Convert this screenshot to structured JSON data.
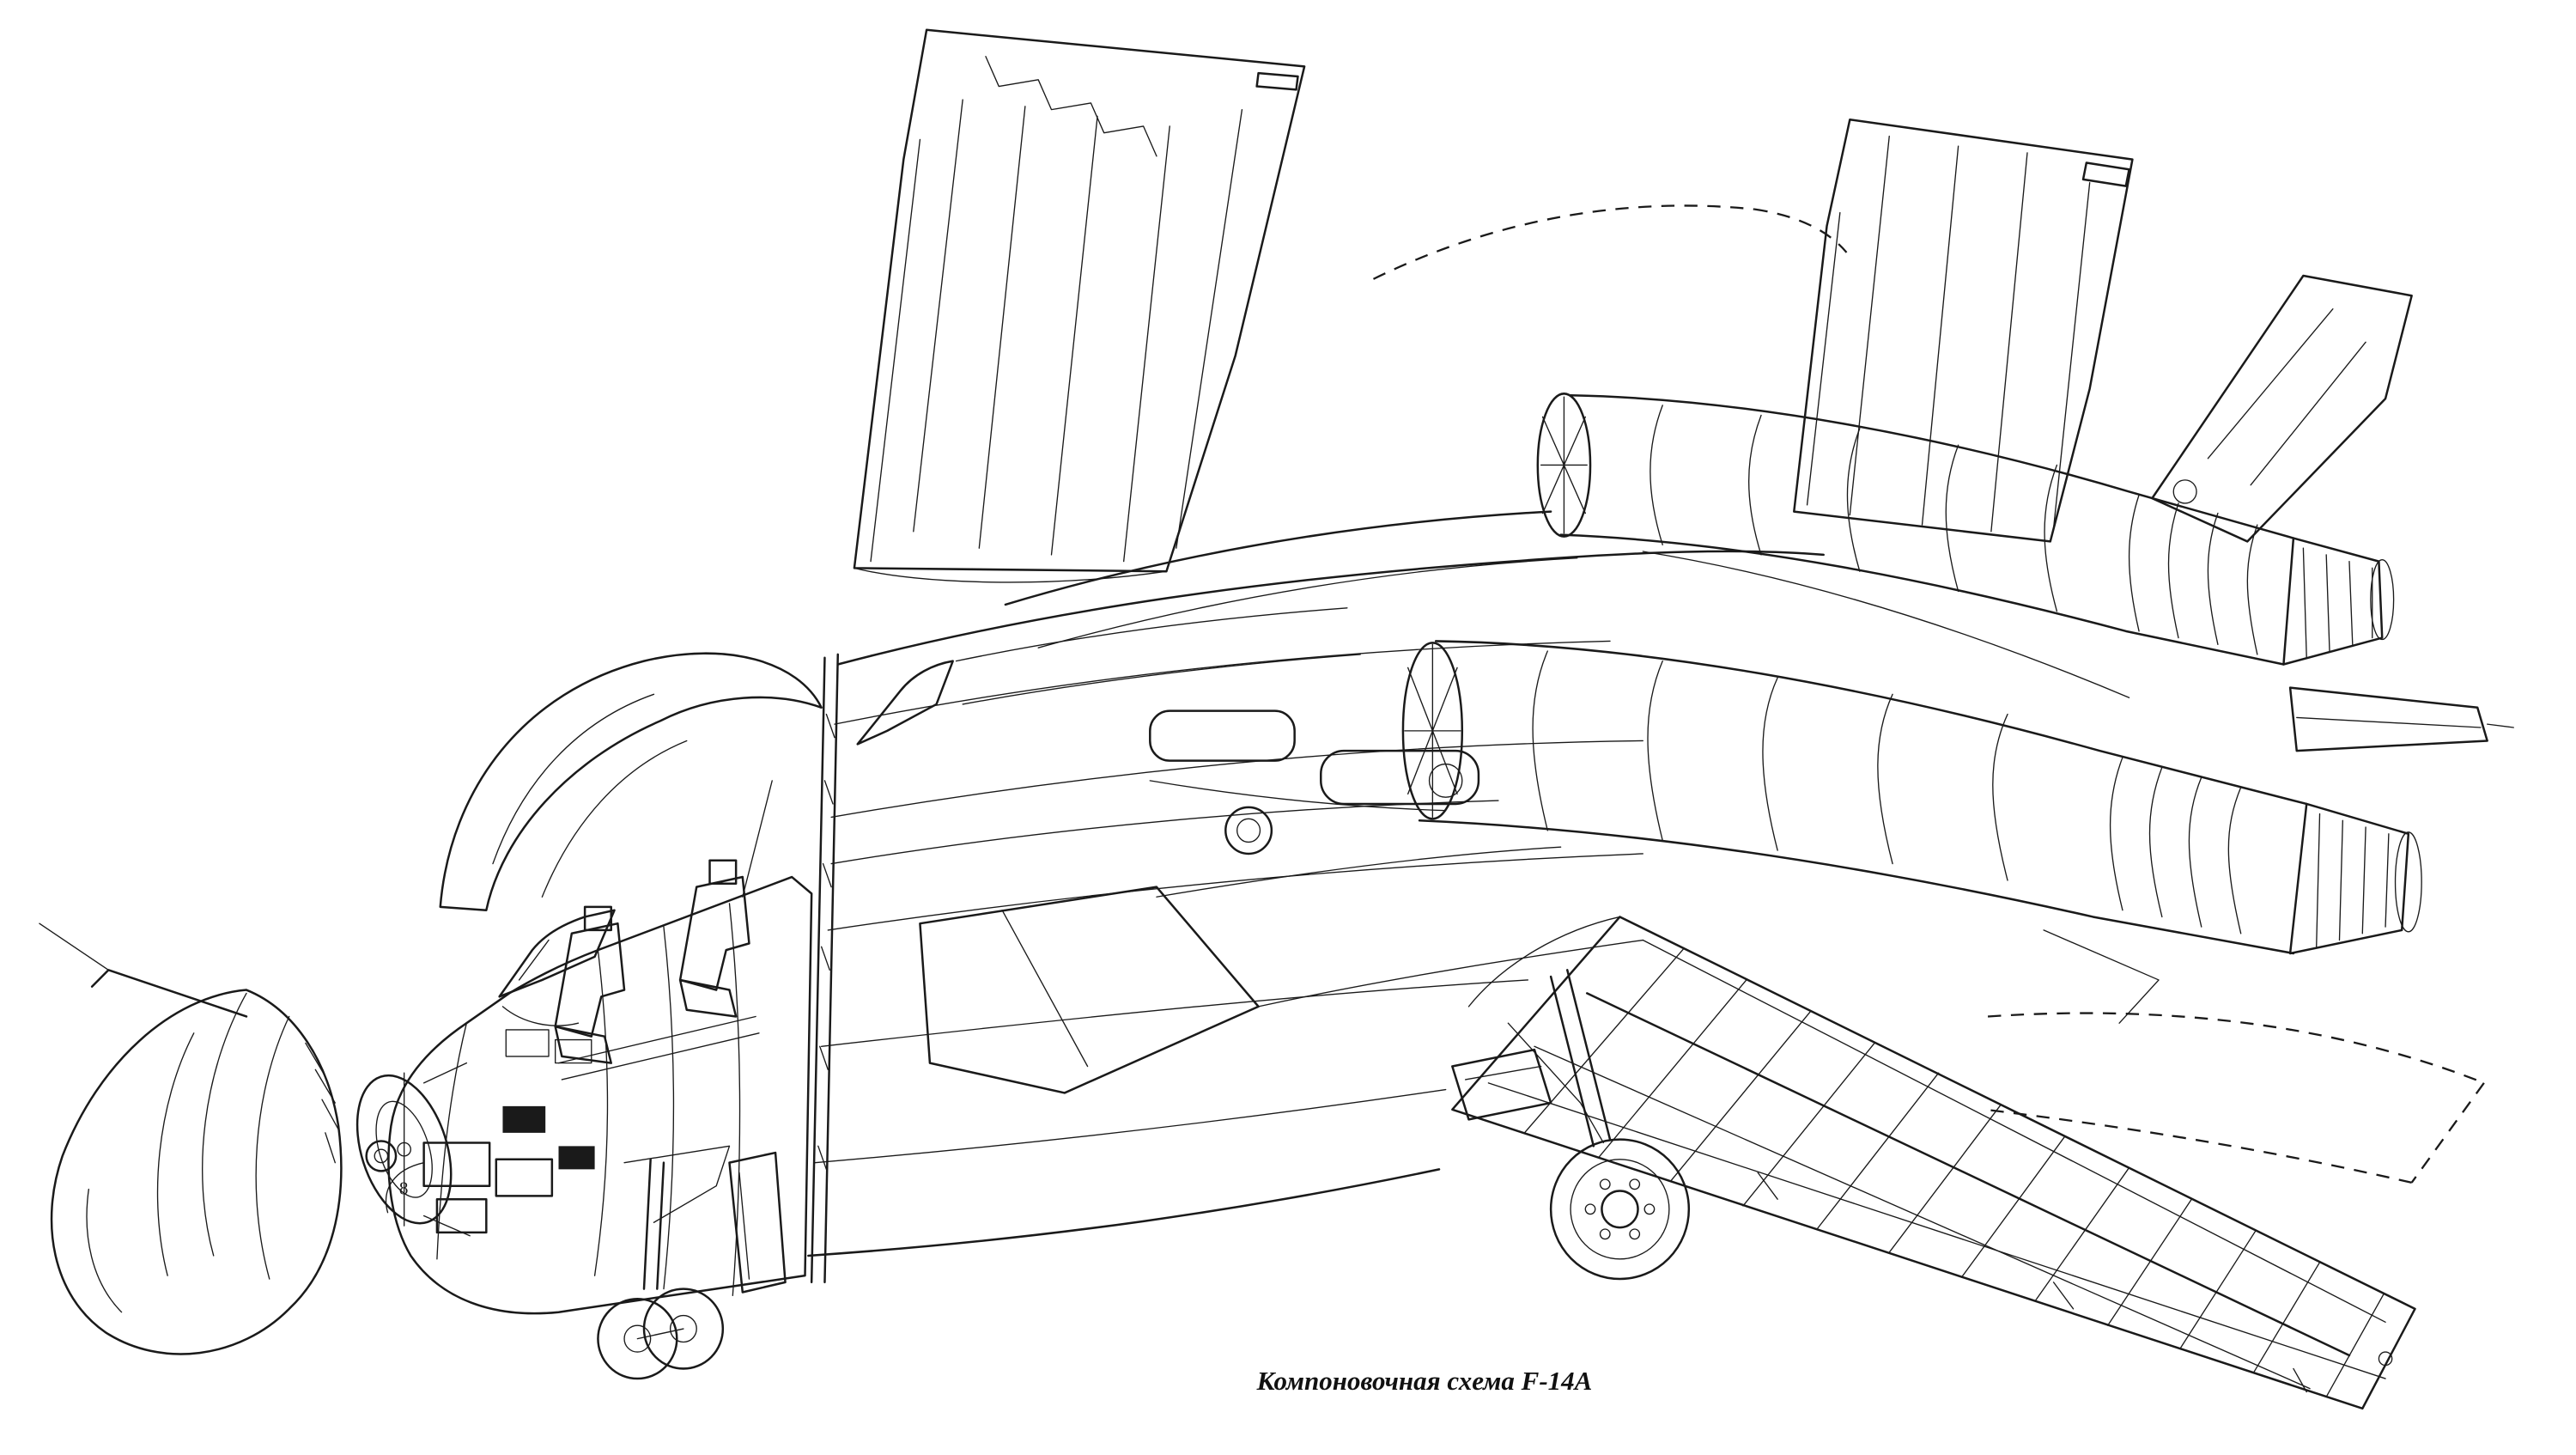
{
  "figure": {
    "caption": "Компоновочная схема F-14A",
    "part_label": "8",
    "description": "Cutaway layout drawing of the F-14A: detached nose section with opened radome, radar dish, tandem cockpit, equipment bays and nose landing gear at lower left; main airframe with twin vertical fins, variable-sweep wing (extended, with dashed swept-position ghost lines), twin engine nacelles with afterburner nozzles, stabilator and main landing gear at right."
  },
  "colors": {
    "ink": "#1a1a1a",
    "paper": "#ffffff"
  }
}
